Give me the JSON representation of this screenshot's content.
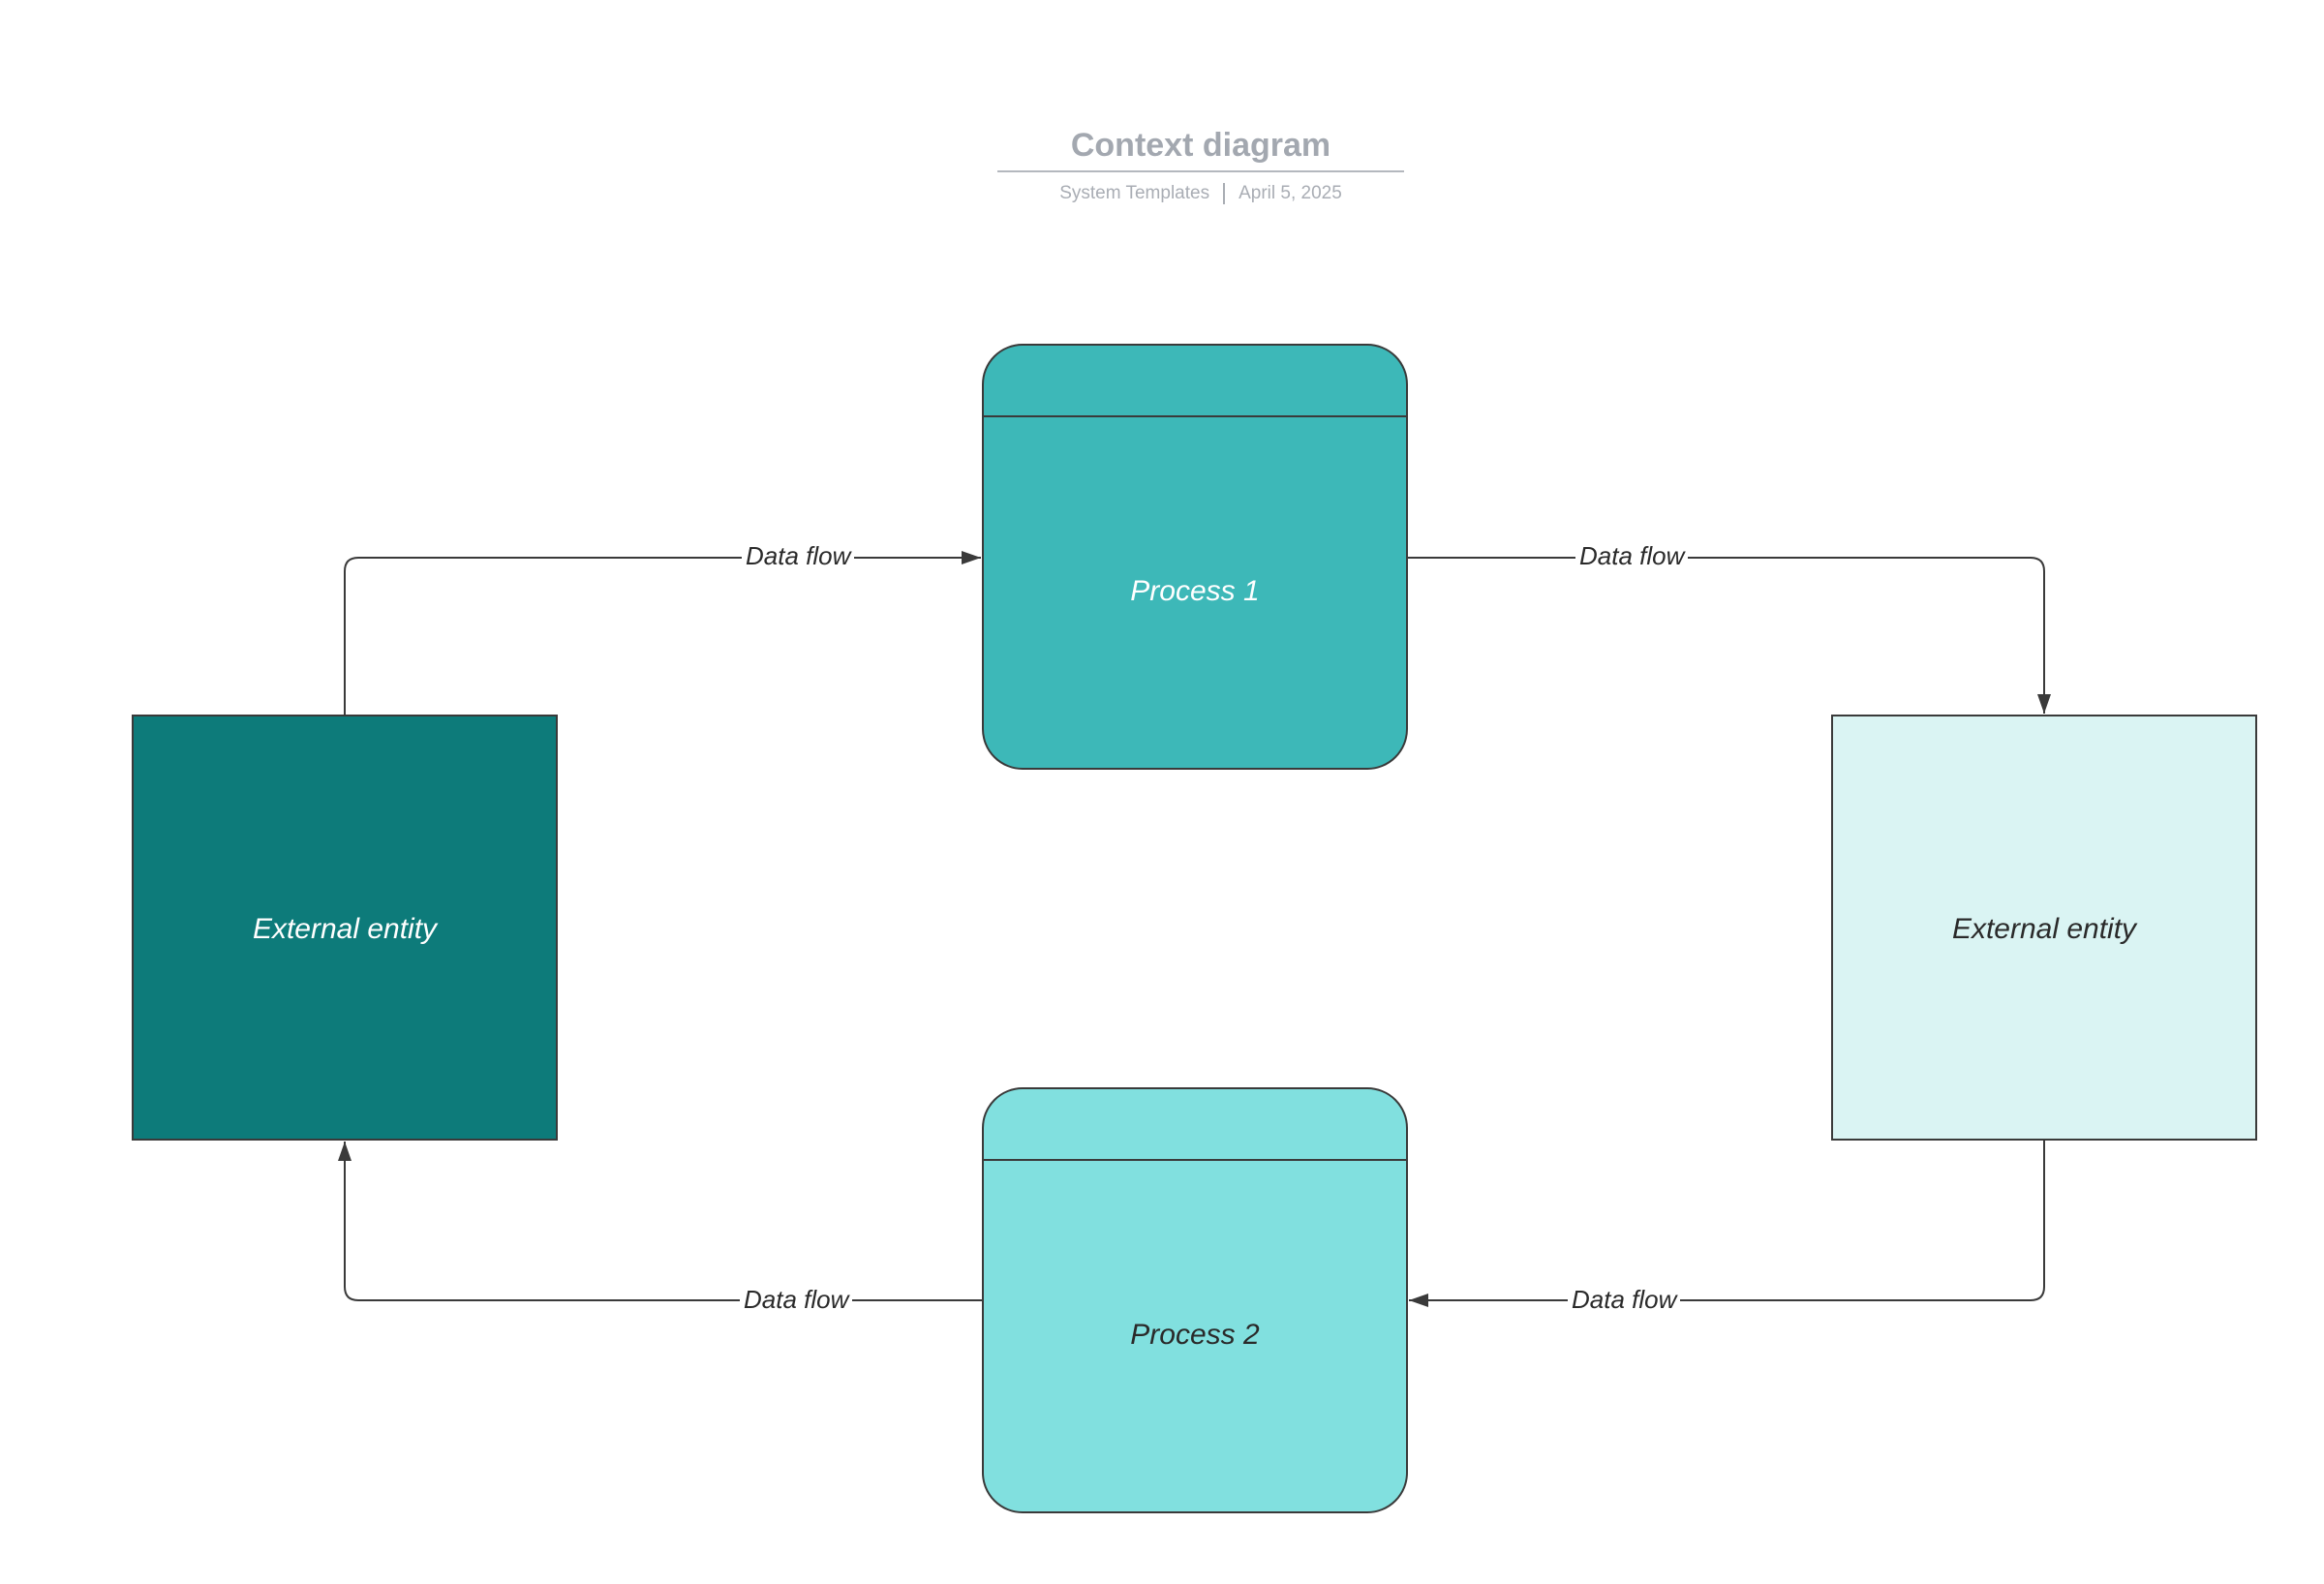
{
  "header": {
    "title": "Context diagram",
    "source": "System Templates",
    "date": "April 5, 2025"
  },
  "nodes": {
    "process_1": "Process 1",
    "process_2": "Process 2",
    "entity_left": "External entity",
    "entity_right": "External entity"
  },
  "flows": {
    "top_left": "Data flow",
    "top_right": "Data flow",
    "bottom_right": "Data flow",
    "bottom_left": "Data flow"
  },
  "colors": {
    "process_1": "#3db8b8",
    "process_2": "#81e0df",
    "entity_left": "#0d7b7a",
    "entity_right": "#daf4f3",
    "connector": "#3a3a3a",
    "title": "#a3a8b0"
  }
}
